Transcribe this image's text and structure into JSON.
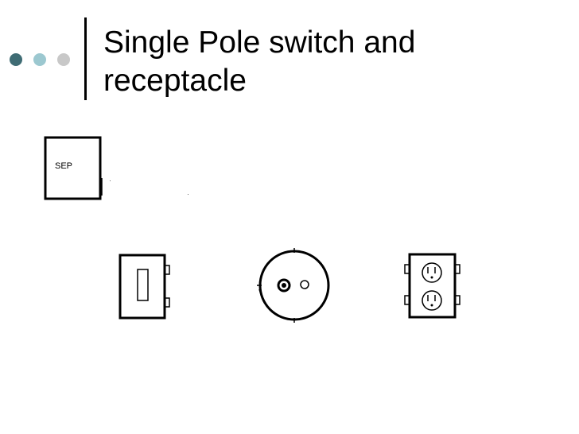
{
  "slide": {
    "title": "Single Pole switch and receptacle"
  },
  "bullet_dots": {
    "colors": [
      "#3f6c74",
      "#9cc8d0",
      "#c8c8c8"
    ]
  },
  "diagram": {
    "panel_label": "SEP",
    "symbols": [
      "service-entrance-panel",
      "single-pole-switch",
      "ceiling-light-fixture",
      "duplex-receptacle"
    ]
  }
}
